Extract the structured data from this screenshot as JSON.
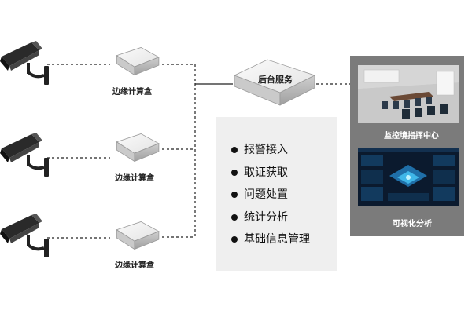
{
  "edge_box_label": "边缘计算盒",
  "server_label": "后台服务",
  "features": [
    "报警接入",
    "取证获取",
    "问题处置",
    "统计分析",
    "基础信息管理"
  ],
  "monitor_center_label": "监控境指挥中心",
  "visual_analysis_label": "可视化分析",
  "colors": {
    "panel_dark": "#7b7b7b",
    "panel_light": "#efefef",
    "line": "#222222"
  },
  "icons": [
    "camera-icon",
    "edge-box-icon",
    "server-icon",
    "control-room-image",
    "dashboard-image"
  ]
}
